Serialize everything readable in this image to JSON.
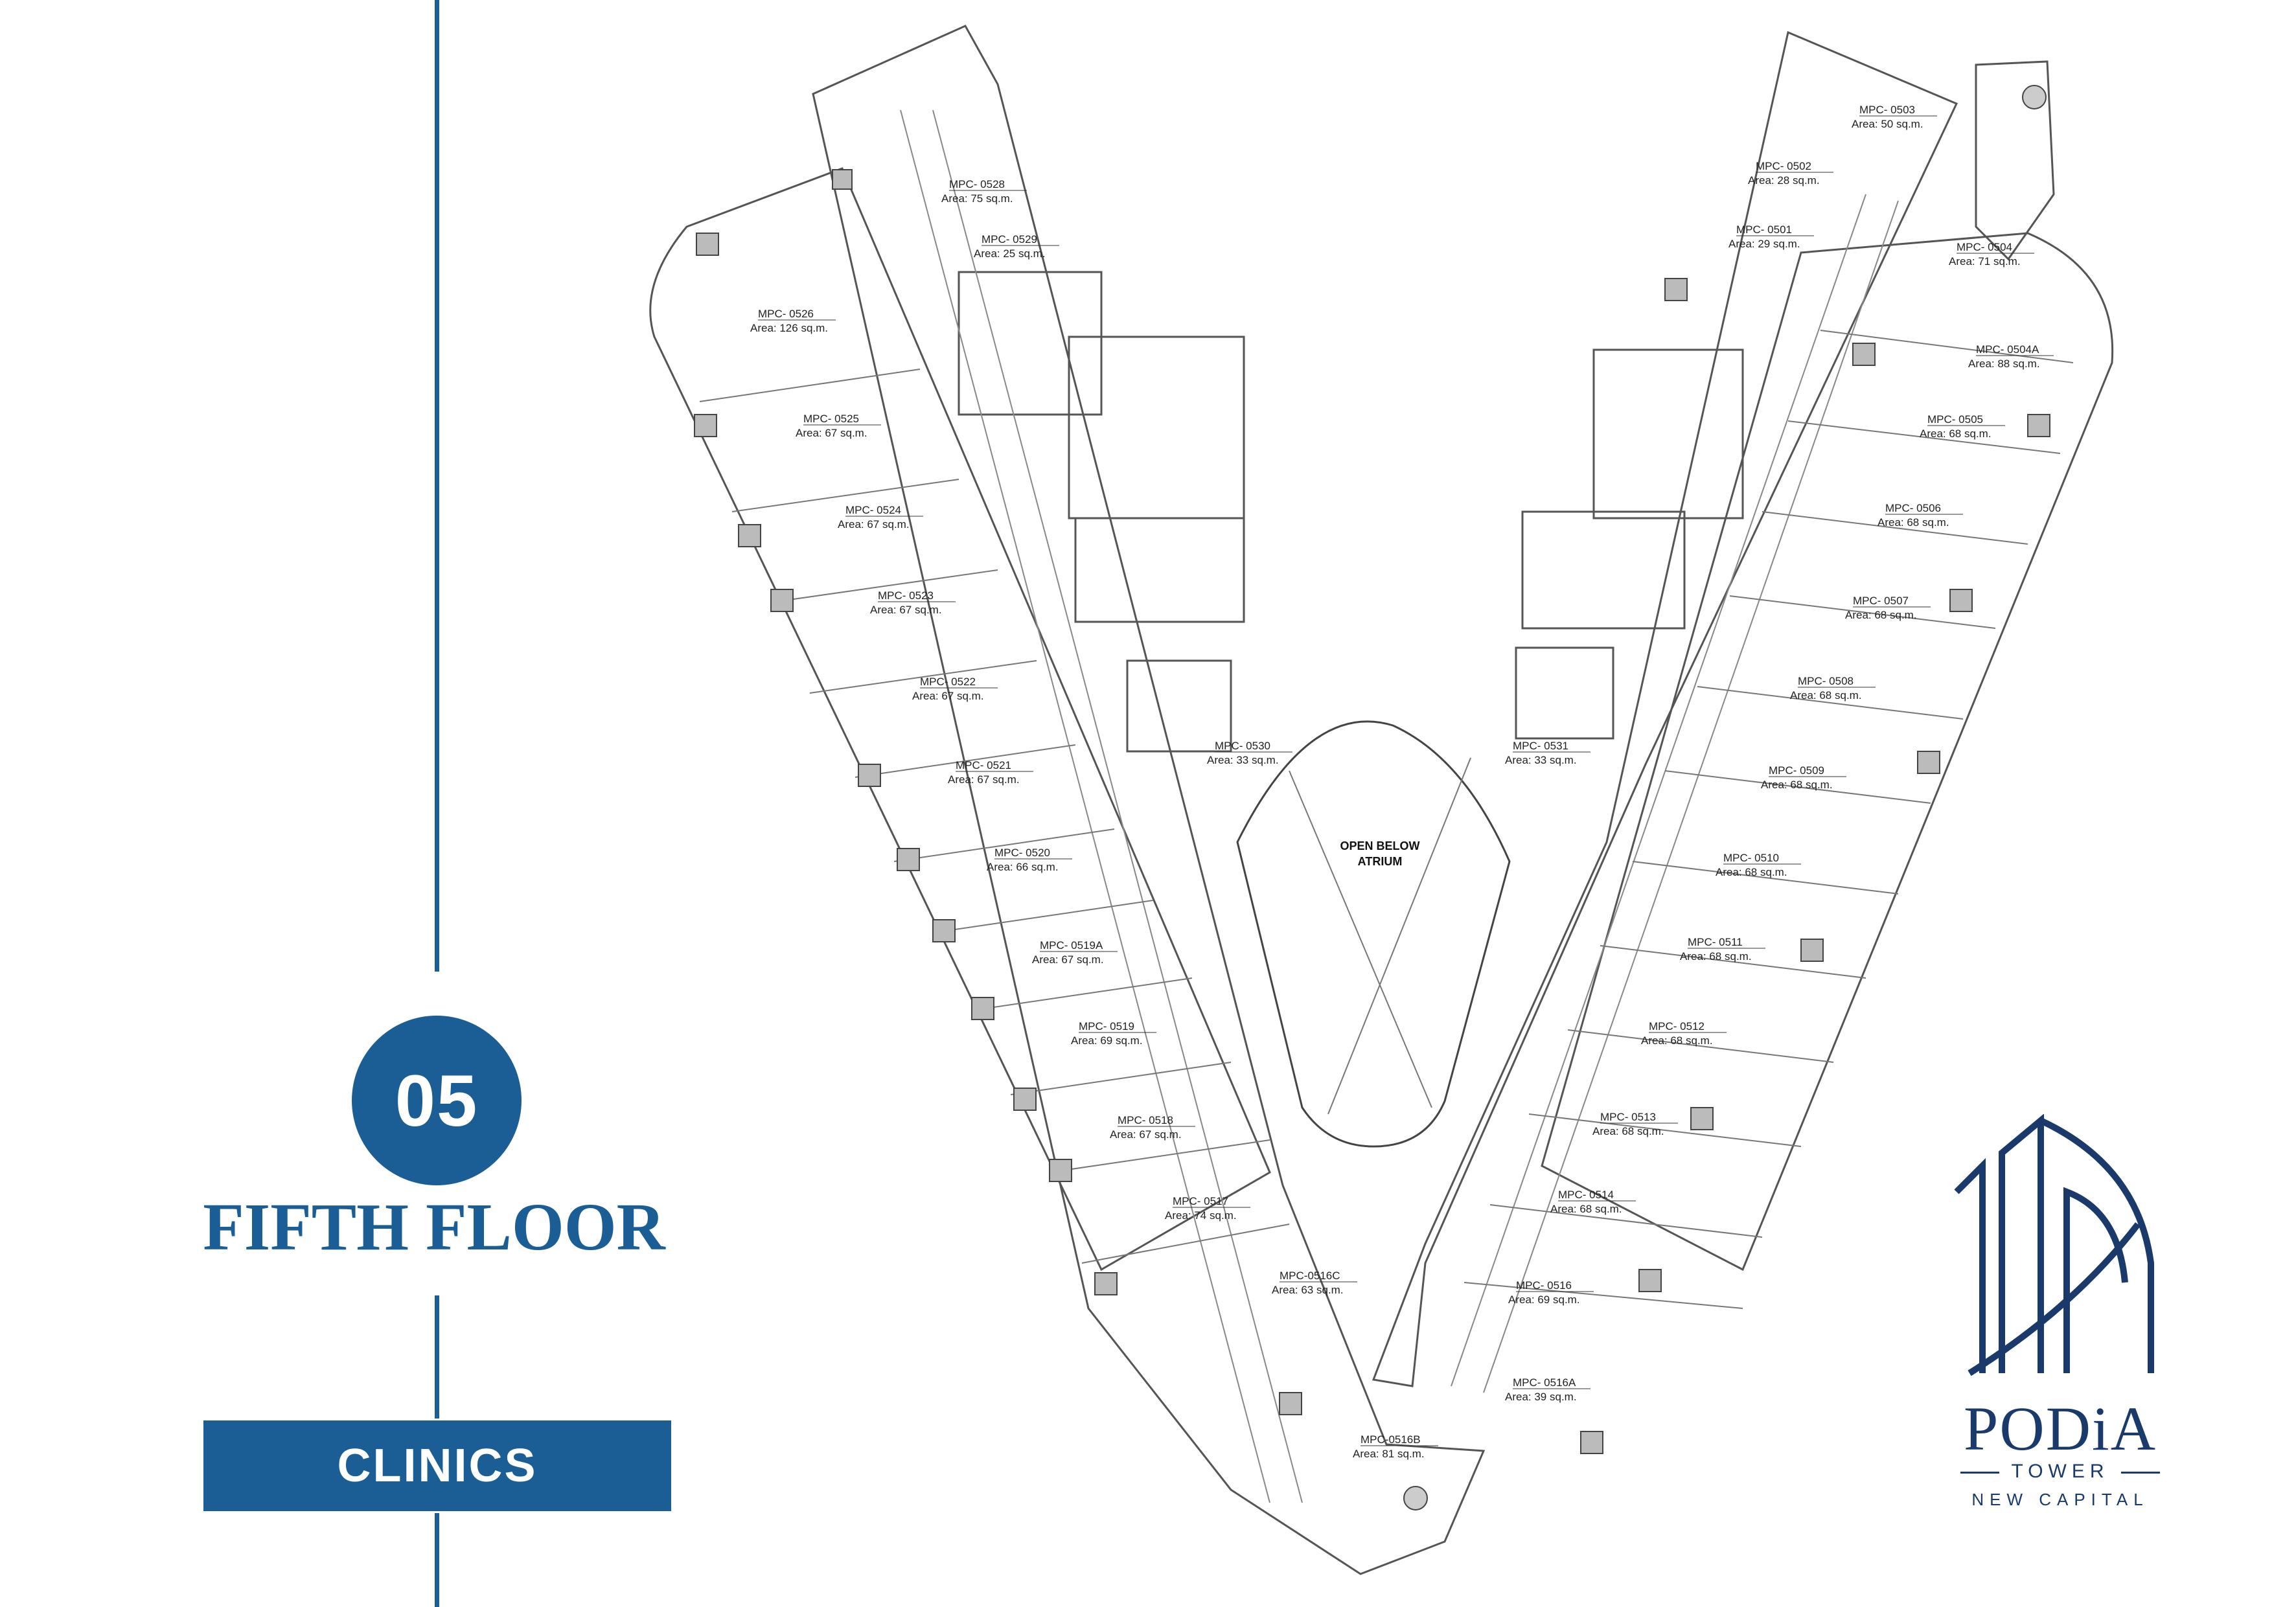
{
  "floor": {
    "number": "05",
    "title": "FIFTH FLOOR",
    "category": "CLINICS"
  },
  "brand": {
    "name": "PODiA",
    "tower": "TOWER",
    "subtitle": "NEW CAPITAL"
  },
  "colors": {
    "accent": "#1a5e95",
    "logo": "#1a3a6b",
    "plan_lines": "#555555"
  },
  "atrium": {
    "line1": "OPEN BELOW",
    "line2": "ATRIUM"
  },
  "units": [
    {
      "code": "MPC- 0503",
      "area": "Area: 50 sq.m."
    },
    {
      "code": "MPC- 0502",
      "area": "Area: 28 sq.m."
    },
    {
      "code": "MPC- 0501",
      "area": "Area: 29 sq.m."
    },
    {
      "code": "MPC- 0504",
      "area": "Area: 71 sq.m."
    },
    {
      "code": "MPC- 0504A",
      "area": "Area: 88 sq.m."
    },
    {
      "code": "MPC- 0505",
      "area": "Area: 68 sq.m."
    },
    {
      "code": "MPC- 0506",
      "area": "Area: 68 sq.m."
    },
    {
      "code": "MPC- 0507",
      "area": "Area: 68 sq.m."
    },
    {
      "code": "MPC- 0508",
      "area": "Area: 68 sq.m."
    },
    {
      "code": "MPC- 0509",
      "area": "Area: 68 sq.m."
    },
    {
      "code": "MPC- 0510",
      "area": "Area: 68 sq.m."
    },
    {
      "code": "MPC- 0511",
      "area": "Area: 68 sq.m."
    },
    {
      "code": "MPC- 0512",
      "area": "Area: 68 sq.m."
    },
    {
      "code": "MPC- 0513",
      "area": "Area: 68 sq.m."
    },
    {
      "code": "MPC- 0514",
      "area": "Area: 68 sq.m."
    },
    {
      "code": "MPC- 0516",
      "area": "Area: 69 sq.m."
    },
    {
      "code": "MPC- 0516A",
      "area": "Area: 39 sq.m."
    },
    {
      "code": "MPC-0516B",
      "area": "Area: 81 sq.m."
    },
    {
      "code": "MPC-0516C",
      "area": "Area: 63 sq.m."
    },
    {
      "code": "MPC- 0517",
      "area": "Area: 74 sq.m."
    },
    {
      "code": "MPC- 0518",
      "area": "Area: 67 sq.m."
    },
    {
      "code": "MPC- 0519",
      "area": "Area: 69 sq.m."
    },
    {
      "code": "MPC- 0519A",
      "area": "Area: 67 sq.m."
    },
    {
      "code": "MPC- 0520",
      "area": "Area: 66 sq.m."
    },
    {
      "code": "MPC- 0521",
      "area": "Area: 67 sq.m."
    },
    {
      "code": "MPC- 0522",
      "area": "Area: 67 sq.m."
    },
    {
      "code": "MPC- 0523",
      "area": "Area: 67 sq.m."
    },
    {
      "code": "MPC- 0524",
      "area": "Area: 67 sq.m."
    },
    {
      "code": "MPC- 0525",
      "area": "Area: 67 sq.m."
    },
    {
      "code": "MPC- 0526",
      "area": "Area: 126 sq.m."
    },
    {
      "code": "MPC- 0528",
      "area": "Area: 75 sq.m."
    },
    {
      "code": "MPC- 0529",
      "area": "Area: 25 sq.m."
    },
    {
      "code": "MPC- 0530",
      "area": "Area: 33 sq.m."
    },
    {
      "code": "MPC- 0531",
      "area": "Area: 33 sq.m."
    }
  ]
}
